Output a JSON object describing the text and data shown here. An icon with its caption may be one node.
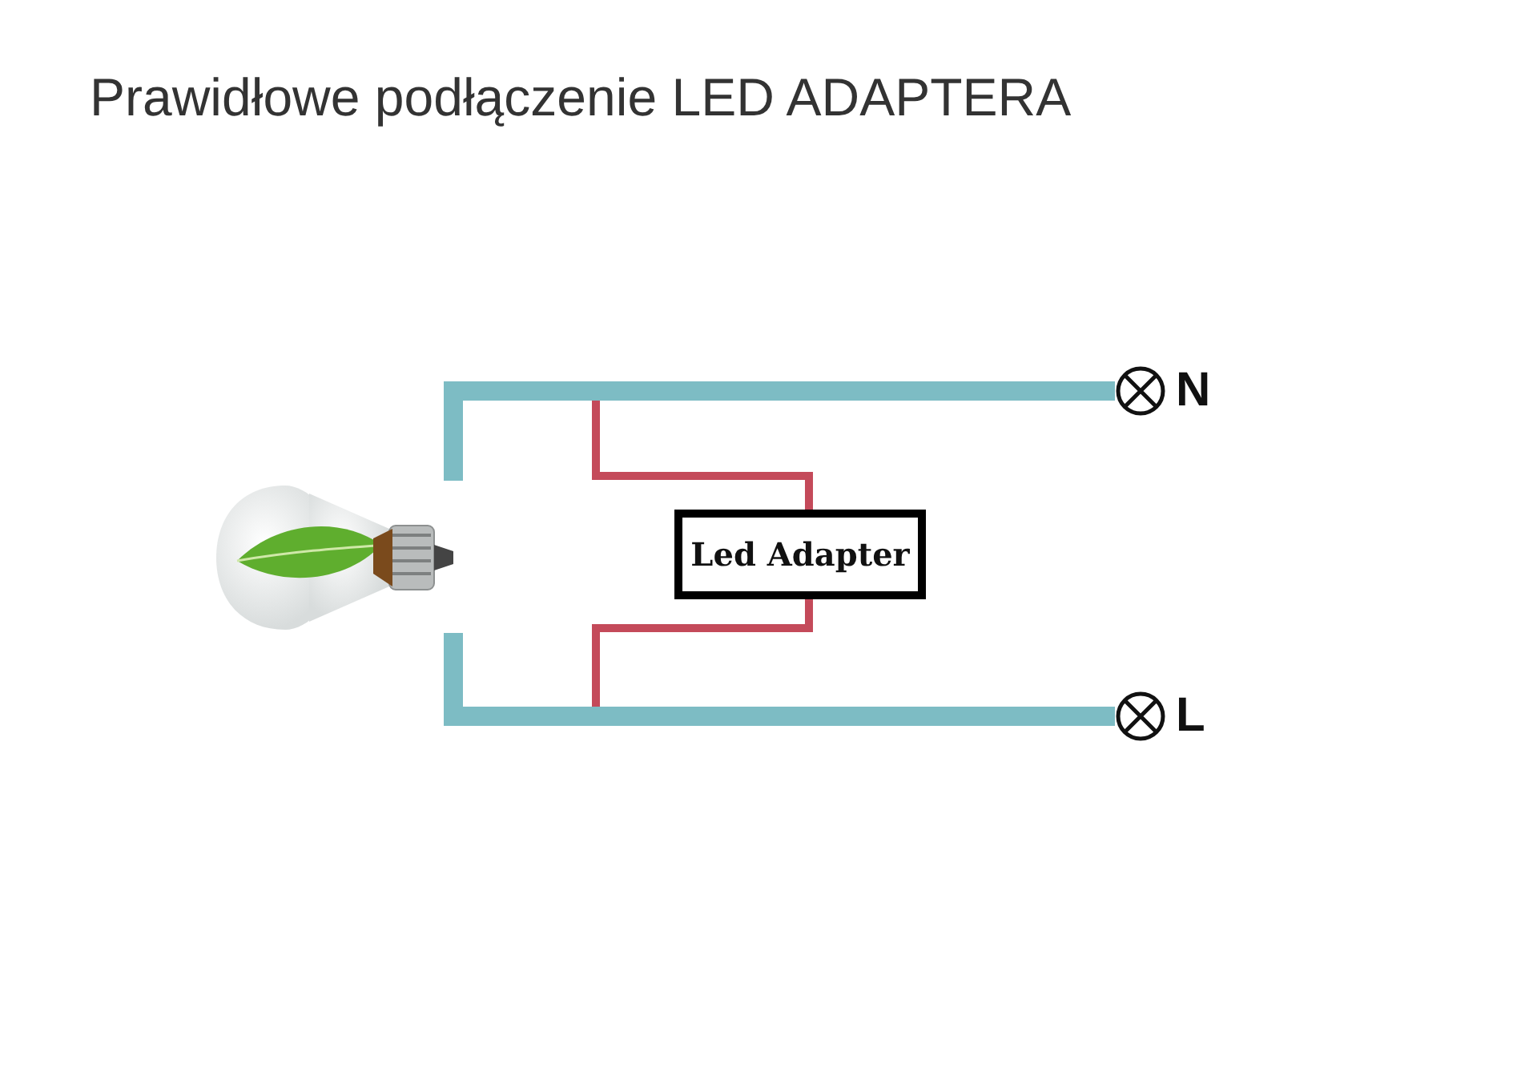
{
  "diagram": {
    "title": "Prawidłowe podłączenie LED ADAPTERA",
    "nodes": [
      {
        "text": [],
        "shape": "picture"
      },
      {
        "text": [
          "Led Adapter"
        ]
      },
      {
        "text": [
          "N"
        ]
      },
      {
        "text": [
          "L"
        ]
      }
    ],
    "edges": [
      {
        "from": 0,
        "to": 2,
        "arrow": "none",
        "style": "thick"
      },
      {
        "from": 0,
        "to": 3,
        "arrow": "none",
        "style": "thick"
      },
      {
        "from": 1,
        "to": 2,
        "arrow": "none",
        "color": "#c44a5a"
      },
      {
        "from": 1,
        "to": 3,
        "arrow": "none",
        "color": "#c44a5a"
      }
    ]
  }
}
